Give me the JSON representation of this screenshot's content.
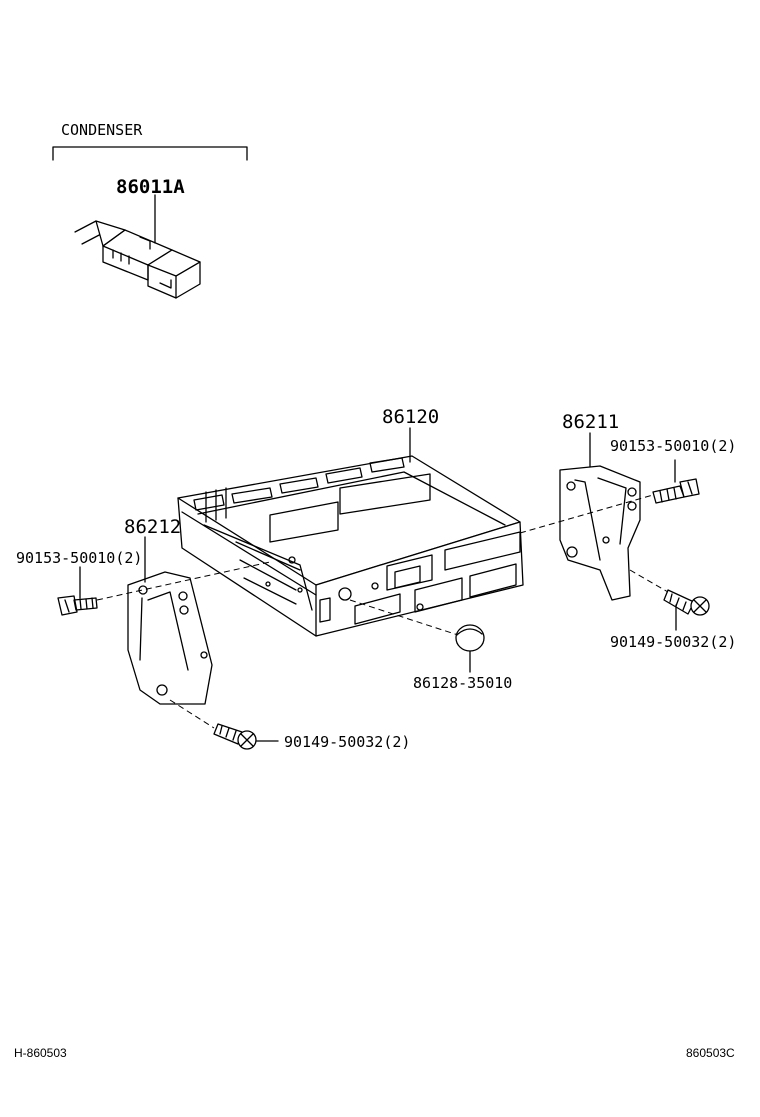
{
  "diagram_code": "H-860503",
  "drawing_number": "860503C",
  "group_label": "CONDENSER",
  "colors": {
    "line": "#000000",
    "background": "#ffffff"
  },
  "parts": [
    {
      "id": "condenser",
      "number": "86011A"
    },
    {
      "id": "receiver",
      "number": "86120"
    },
    {
      "id": "bracket-right",
      "number": "86211"
    },
    {
      "id": "bracket-left",
      "number": "86212"
    },
    {
      "id": "knob",
      "number": "86128-35010"
    },
    {
      "id": "screw-right-top",
      "number": "90153-50010",
      "qty": "(2)"
    },
    {
      "id": "screw-left-top",
      "number": "90153-50010",
      "qty": "(2)"
    },
    {
      "id": "screw-right-bottom",
      "number": "90149-50032",
      "qty": "(2)"
    },
    {
      "id": "screw-left-bottom",
      "number": "90149-50032",
      "qty": "(2)"
    }
  ]
}
